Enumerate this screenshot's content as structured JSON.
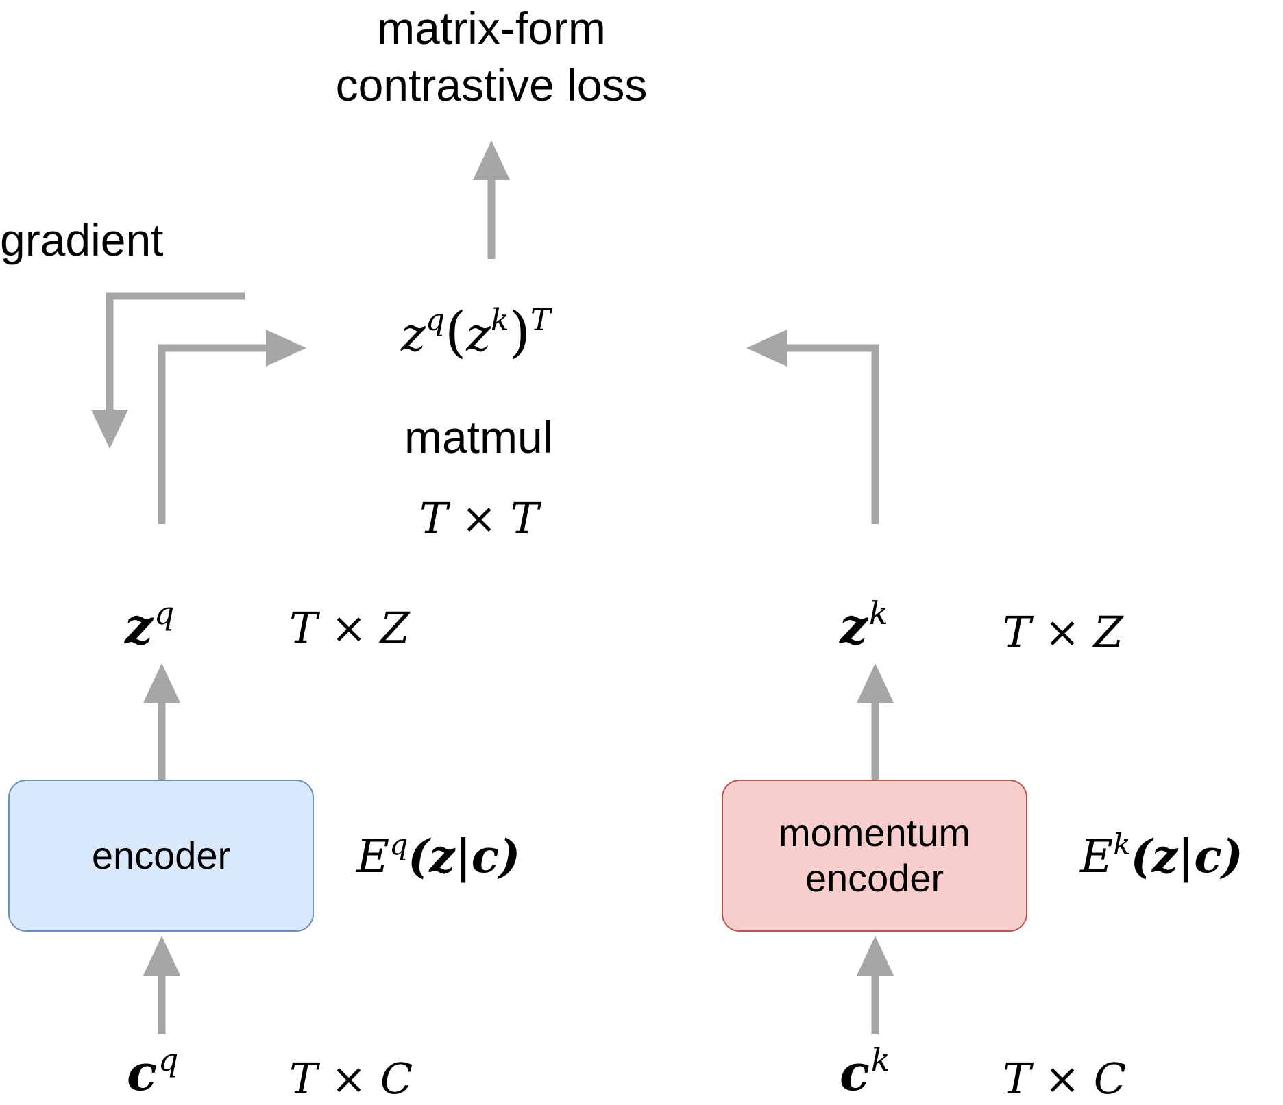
{
  "loss": {
    "line1": "matrix-form",
    "line2": "contrastive loss"
  },
  "gradient_label": "gradient",
  "matmul": {
    "expr_base1": "z",
    "expr_sup1": "q",
    "expr_open": "(",
    "expr_base2": "z",
    "expr_sup2": "k",
    "expr_close": ")",
    "expr_sup3": "T",
    "label": "matmul",
    "dims": "T × T"
  },
  "query": {
    "z_base": "z",
    "z_sup": "q",
    "z_dims": "T × Z",
    "encoder_label": "encoder",
    "enc_fn_base": "E",
    "enc_fn_sup": "q",
    "enc_fn_args": "(z|c)",
    "c_base": "c",
    "c_sup": "q",
    "c_dims": "T × C"
  },
  "key": {
    "z_base": "z",
    "z_sup": "k",
    "z_dims": "T × Z",
    "encoder_label_line1": "momentum",
    "encoder_label_line2": "encoder",
    "enc_fn_base": "E",
    "enc_fn_sup": "k",
    "enc_fn_args": "(z|c)",
    "c_base": "c",
    "c_sup": "k",
    "c_dims": "T × C"
  },
  "colors": {
    "arrow": "#a6a6a6",
    "encoder_fill": "#dae8fc",
    "encoder_stroke": "#6c8ebf",
    "momentum_fill": "#f8cecc",
    "momentum_stroke": "#b85450"
  }
}
